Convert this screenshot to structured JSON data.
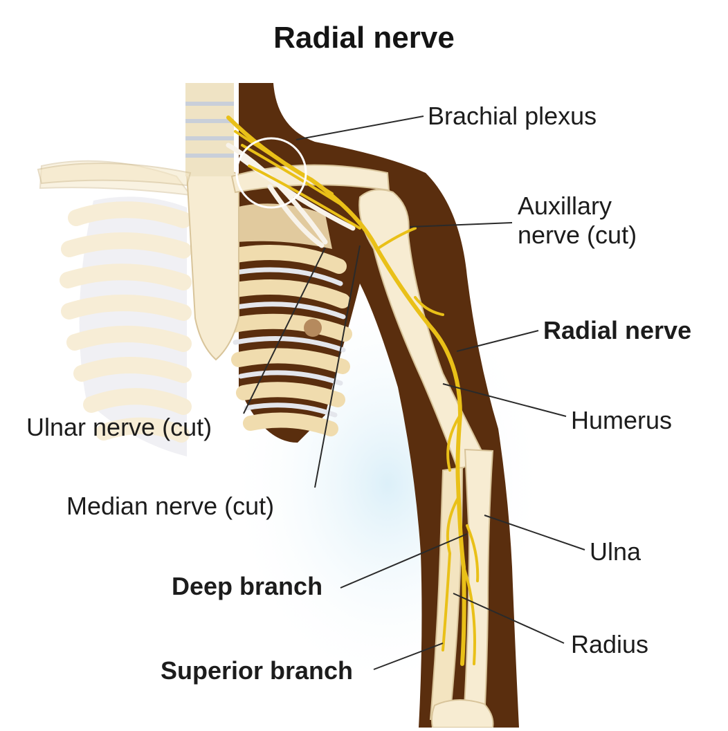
{
  "title": "Radial nerve",
  "labels": {
    "brachial_plexus": "Brachial plexus",
    "auxillary_line1": "Auxillary",
    "auxillary_line2": "nerve (cut)",
    "radial_nerve": "Radial nerve",
    "humerus": "Humerus",
    "ulna": "Ulna",
    "radius": "Radius",
    "ulnar_nerve": "Ulnar nerve (cut)",
    "median_nerve": "Median nerve (cut)",
    "deep_branch": "Deep branch",
    "superior_branch": "Superior branch"
  },
  "colors": {
    "skin": "#5a2e0e",
    "bone": "#f6ecd2",
    "bone_outline": "#d9c7a0",
    "nerve": "#e9c018",
    "cartilage": "#dde0e6",
    "leader": "#2a2a2a",
    "highlight": "#dff0f8"
  }
}
